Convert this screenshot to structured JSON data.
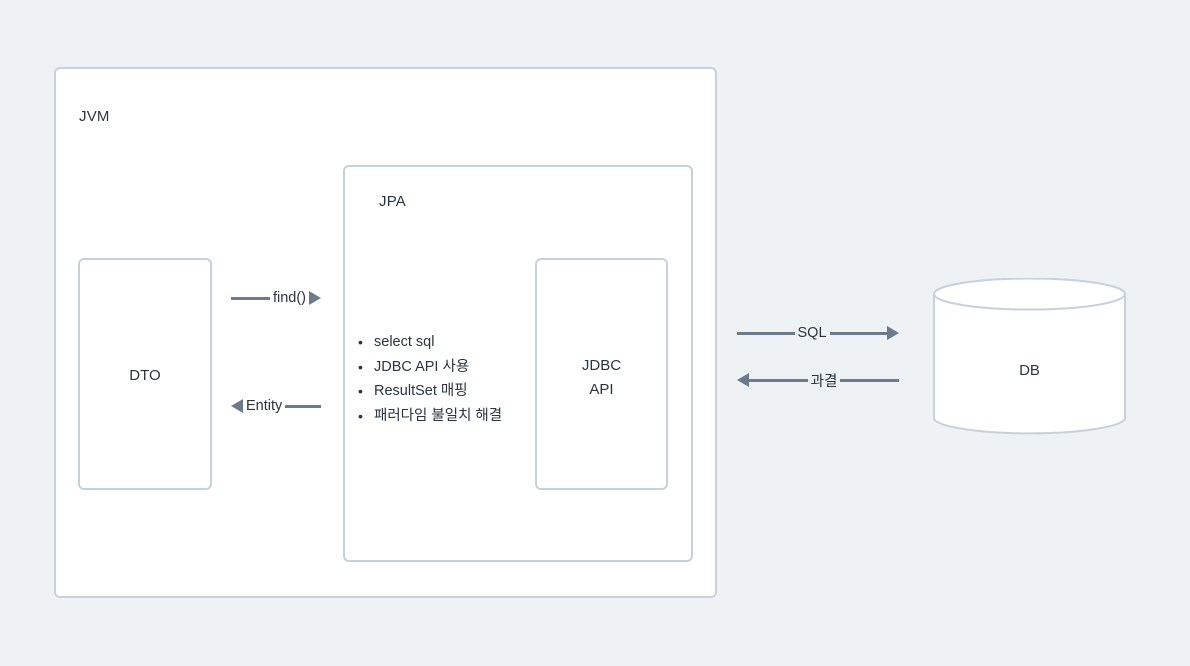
{
  "diagram": {
    "title": "JPA persistence flow diagram",
    "background_color": "#eef2f5",
    "box_border_color": "#c7d1db",
    "box_fill_color": "#ffffff",
    "arrow_color": "#6b7a8d",
    "text_color": "#2b3440"
  },
  "jvm": {
    "label": "JVM"
  },
  "jpa": {
    "label": "JPA",
    "bullets": [
      "select sql",
      "JDBC API 사용",
      "ResultSet 매핑",
      "패러다임 불일치 해결"
    ]
  },
  "dto": {
    "label": "DTO"
  },
  "jdbc_api": {
    "label_line1": "JDBC",
    "label_line2": "API"
  },
  "db": {
    "label": "DB",
    "shape": "cylinder-icon"
  },
  "connectors": [
    {
      "id": "find",
      "label": "find()",
      "direction": "right",
      "from": "DTO",
      "to": "JPA"
    },
    {
      "id": "entity",
      "label": "Entity",
      "direction": "left",
      "from": "JPA",
      "to": "DTO"
    },
    {
      "id": "sql",
      "label": "SQL",
      "direction": "right",
      "from": "JDBC API",
      "to": "DB"
    },
    {
      "id": "result",
      "label": "과결",
      "direction": "left",
      "from": "DB",
      "to": "JDBC API"
    }
  ]
}
